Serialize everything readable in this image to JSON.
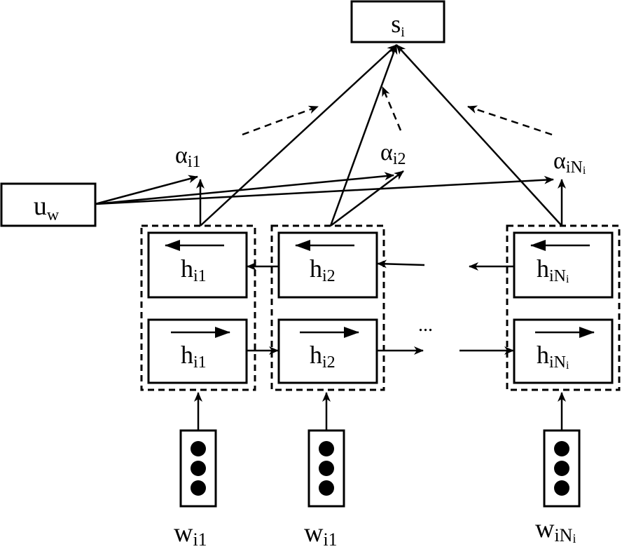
{
  "diagram": {
    "output": {
      "base": "s",
      "sub": "i"
    },
    "context_vector": {
      "base": "u",
      "sub": "w"
    },
    "attention": [
      {
        "base": "α",
        "sub": "i1",
        "subsub": ""
      },
      {
        "base": "α",
        "sub": "i2",
        "subsub": ""
      },
      {
        "base": "α",
        "sub": "iN",
        "subsub": "i"
      }
    ],
    "backward_states": [
      {
        "base": "h",
        "sub": "i1",
        "subsub": ""
      },
      {
        "base": "h",
        "sub": "i2",
        "subsub": ""
      },
      {
        "base": "h",
        "sub": "iN",
        "subsub": "i"
      }
    ],
    "forward_states": [
      {
        "base": "h",
        "sub": "i1",
        "subsub": ""
      },
      {
        "base": "h",
        "sub": "i2",
        "subsub": ""
      },
      {
        "base": "h",
        "sub": "iN",
        "subsub": "i"
      }
    ],
    "words": [
      {
        "base": "w",
        "sub": "i1",
        "subsub": ""
      },
      {
        "base": "w",
        "sub": "i1",
        "subsub": ""
      },
      {
        "base": "w",
        "sub": "iN",
        "subsub": "i"
      }
    ],
    "ellipsis": "..."
  }
}
